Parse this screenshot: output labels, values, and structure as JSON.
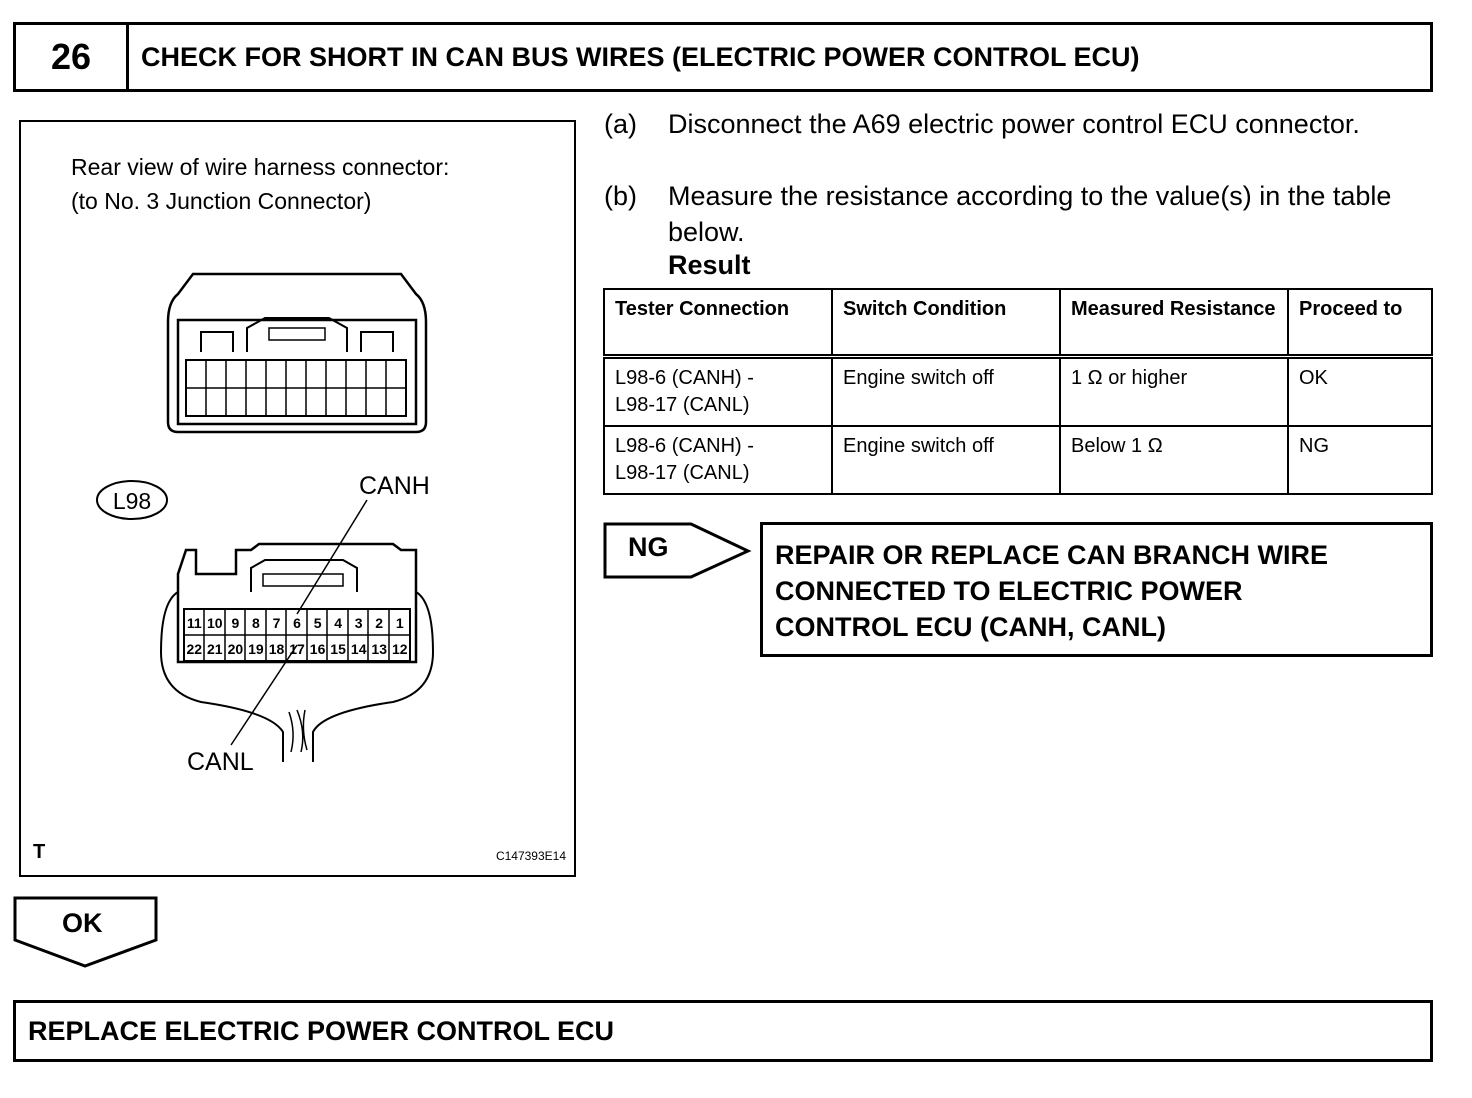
{
  "step": {
    "number": "26",
    "title": "CHECK FOR SHORT IN CAN BUS WIRES (ELECTRIC POWER CONTROL ECU)"
  },
  "figure": {
    "caption_line1": "Rear view of wire harness connector:",
    "caption_line2": "(to No. 3 Junction Connector)",
    "connector_id": "L98",
    "label_canh": "CANH",
    "label_canl": "CANL",
    "pins_top": [
      "11",
      "10",
      "9",
      "8",
      "7",
      "6",
      "5",
      "4",
      "3",
      "2",
      "1"
    ],
    "pins_bottom": [
      "22",
      "21",
      "20",
      "19",
      "18",
      "17",
      "16",
      "15",
      "14",
      "13",
      "12"
    ],
    "corner_mark": "T",
    "figure_code": "C147393E14"
  },
  "instructions": [
    {
      "letter": "(a)",
      "text": "Disconnect the A69 electric power control ECU connector."
    },
    {
      "letter": "(b)",
      "text": "Measure the resistance according to the value(s) in the table below."
    }
  ],
  "result_label": "Result",
  "table": {
    "headers": [
      "Tester Connection",
      "Switch Condition",
      "Measured Resistance",
      "Proceed to"
    ],
    "rows": [
      {
        "c0a": "L98-6 (CANH) -",
        "c0b": "L98-17 (CANL)",
        "c1": "Engine switch off",
        "c2": "1 Ω or higher",
        "c3": "OK"
      },
      {
        "c0a": "L98-6 (CANH) -",
        "c0b": "L98-17 (CANL)",
        "c1": "Engine switch off",
        "c2": "Below 1 Ω",
        "c3": "NG"
      }
    ]
  },
  "ng": {
    "label": "NG",
    "line1": "REPAIR OR REPLACE CAN BRANCH WIRE",
    "line2": "CONNECTED TO ELECTRIC POWER",
    "line3": "CONTROL ECU (CANH, CANL)"
  },
  "ok": {
    "label": "OK"
  },
  "final": {
    "text": "REPLACE ELECTRIC POWER CONTROL ECU"
  }
}
